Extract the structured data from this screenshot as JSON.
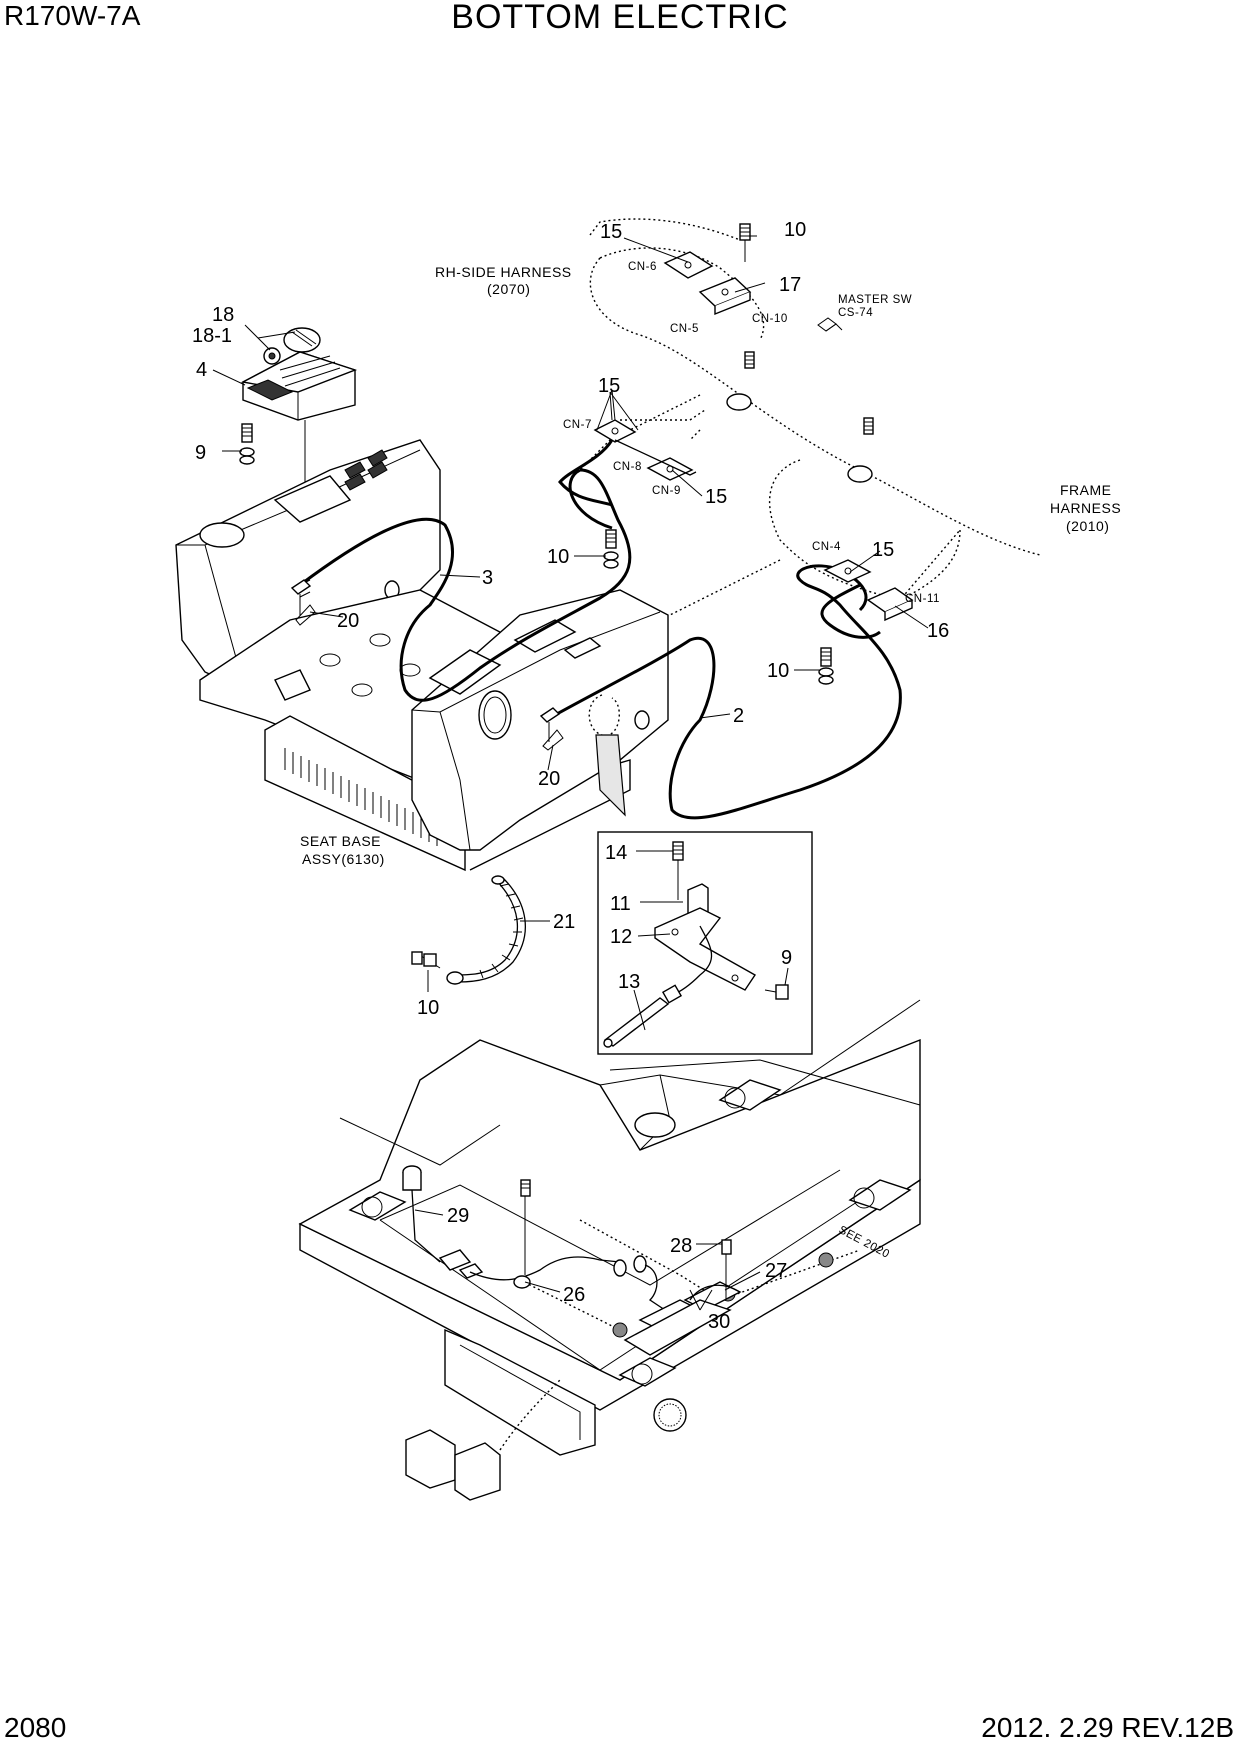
{
  "header": {
    "model": "R170W-7A",
    "title": "BOTTOM ELECTRIC"
  },
  "footer": {
    "page": "2080",
    "revision": "2012. 2.29  REV.12B"
  },
  "notes": {
    "rh_side_harness": "RH-SIDE HARNESS",
    "rh_side_harness_code": "(2070)",
    "frame_harness_1": "FRAME",
    "frame_harness_2": "HARNESS",
    "frame_harness_code": "(2010)",
    "master_sw_1": "MASTER SW",
    "master_sw_2": "CS-74",
    "seat_base_1": "SEAT BASE",
    "seat_base_2": "ASSY(6130)",
    "see_2020": "SEE 2020"
  },
  "connectors": {
    "cn6": "CN-6",
    "cn5": "CN-5",
    "cn10": "CN-10",
    "cn7": "CN-7",
    "cn8": "CN-8",
    "cn9": "CN-9",
    "cn4": "CN-4",
    "cn11": "CN-11"
  },
  "callouts": {
    "c15a": "15",
    "c10a": "10",
    "c17": "17",
    "c18": "18",
    "c18_1": "18-1",
    "c4": "4",
    "c9a": "9",
    "c15b": "15",
    "c15c": "15",
    "c10b": "10",
    "c3": "3",
    "c20a": "20",
    "c15d": "15",
    "c16": "16",
    "c10c": "10",
    "c2": "2",
    "c20b": "20",
    "c14": "14",
    "c11": "11",
    "c12": "12",
    "c9b": "9",
    "c13": "13",
    "c21": "21",
    "c10d": "10",
    "c29": "29",
    "c28": "28",
    "c27": "27",
    "c26": "26",
    "c30": "30"
  }
}
